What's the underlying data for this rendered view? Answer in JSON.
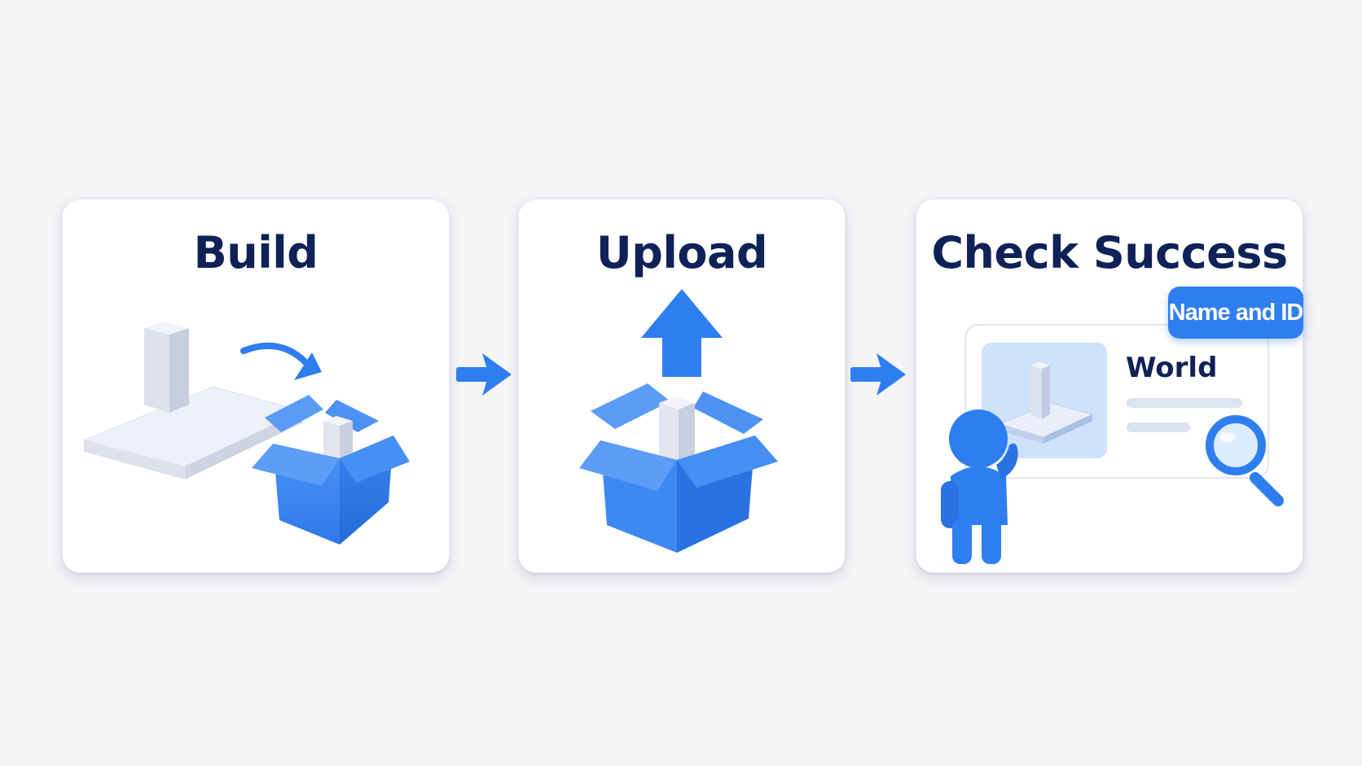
{
  "steps": [
    {
      "title": "Build"
    },
    {
      "title": "Upload"
    },
    {
      "title": "Check Success"
    }
  ],
  "check_panel": {
    "badge_label": "Name and ID",
    "world_label": "World"
  },
  "colors": {
    "title": "#0f2257",
    "accent_blue": "#2f7ef0",
    "card_background": "#ffffff",
    "page_background": "#f4f5f7"
  },
  "icons": [
    "build-block-icon",
    "curved-arrow-icon",
    "open-box-icon",
    "upload-arrow-icon",
    "person-icon",
    "magnifier-icon",
    "right-arrow-icon"
  ]
}
